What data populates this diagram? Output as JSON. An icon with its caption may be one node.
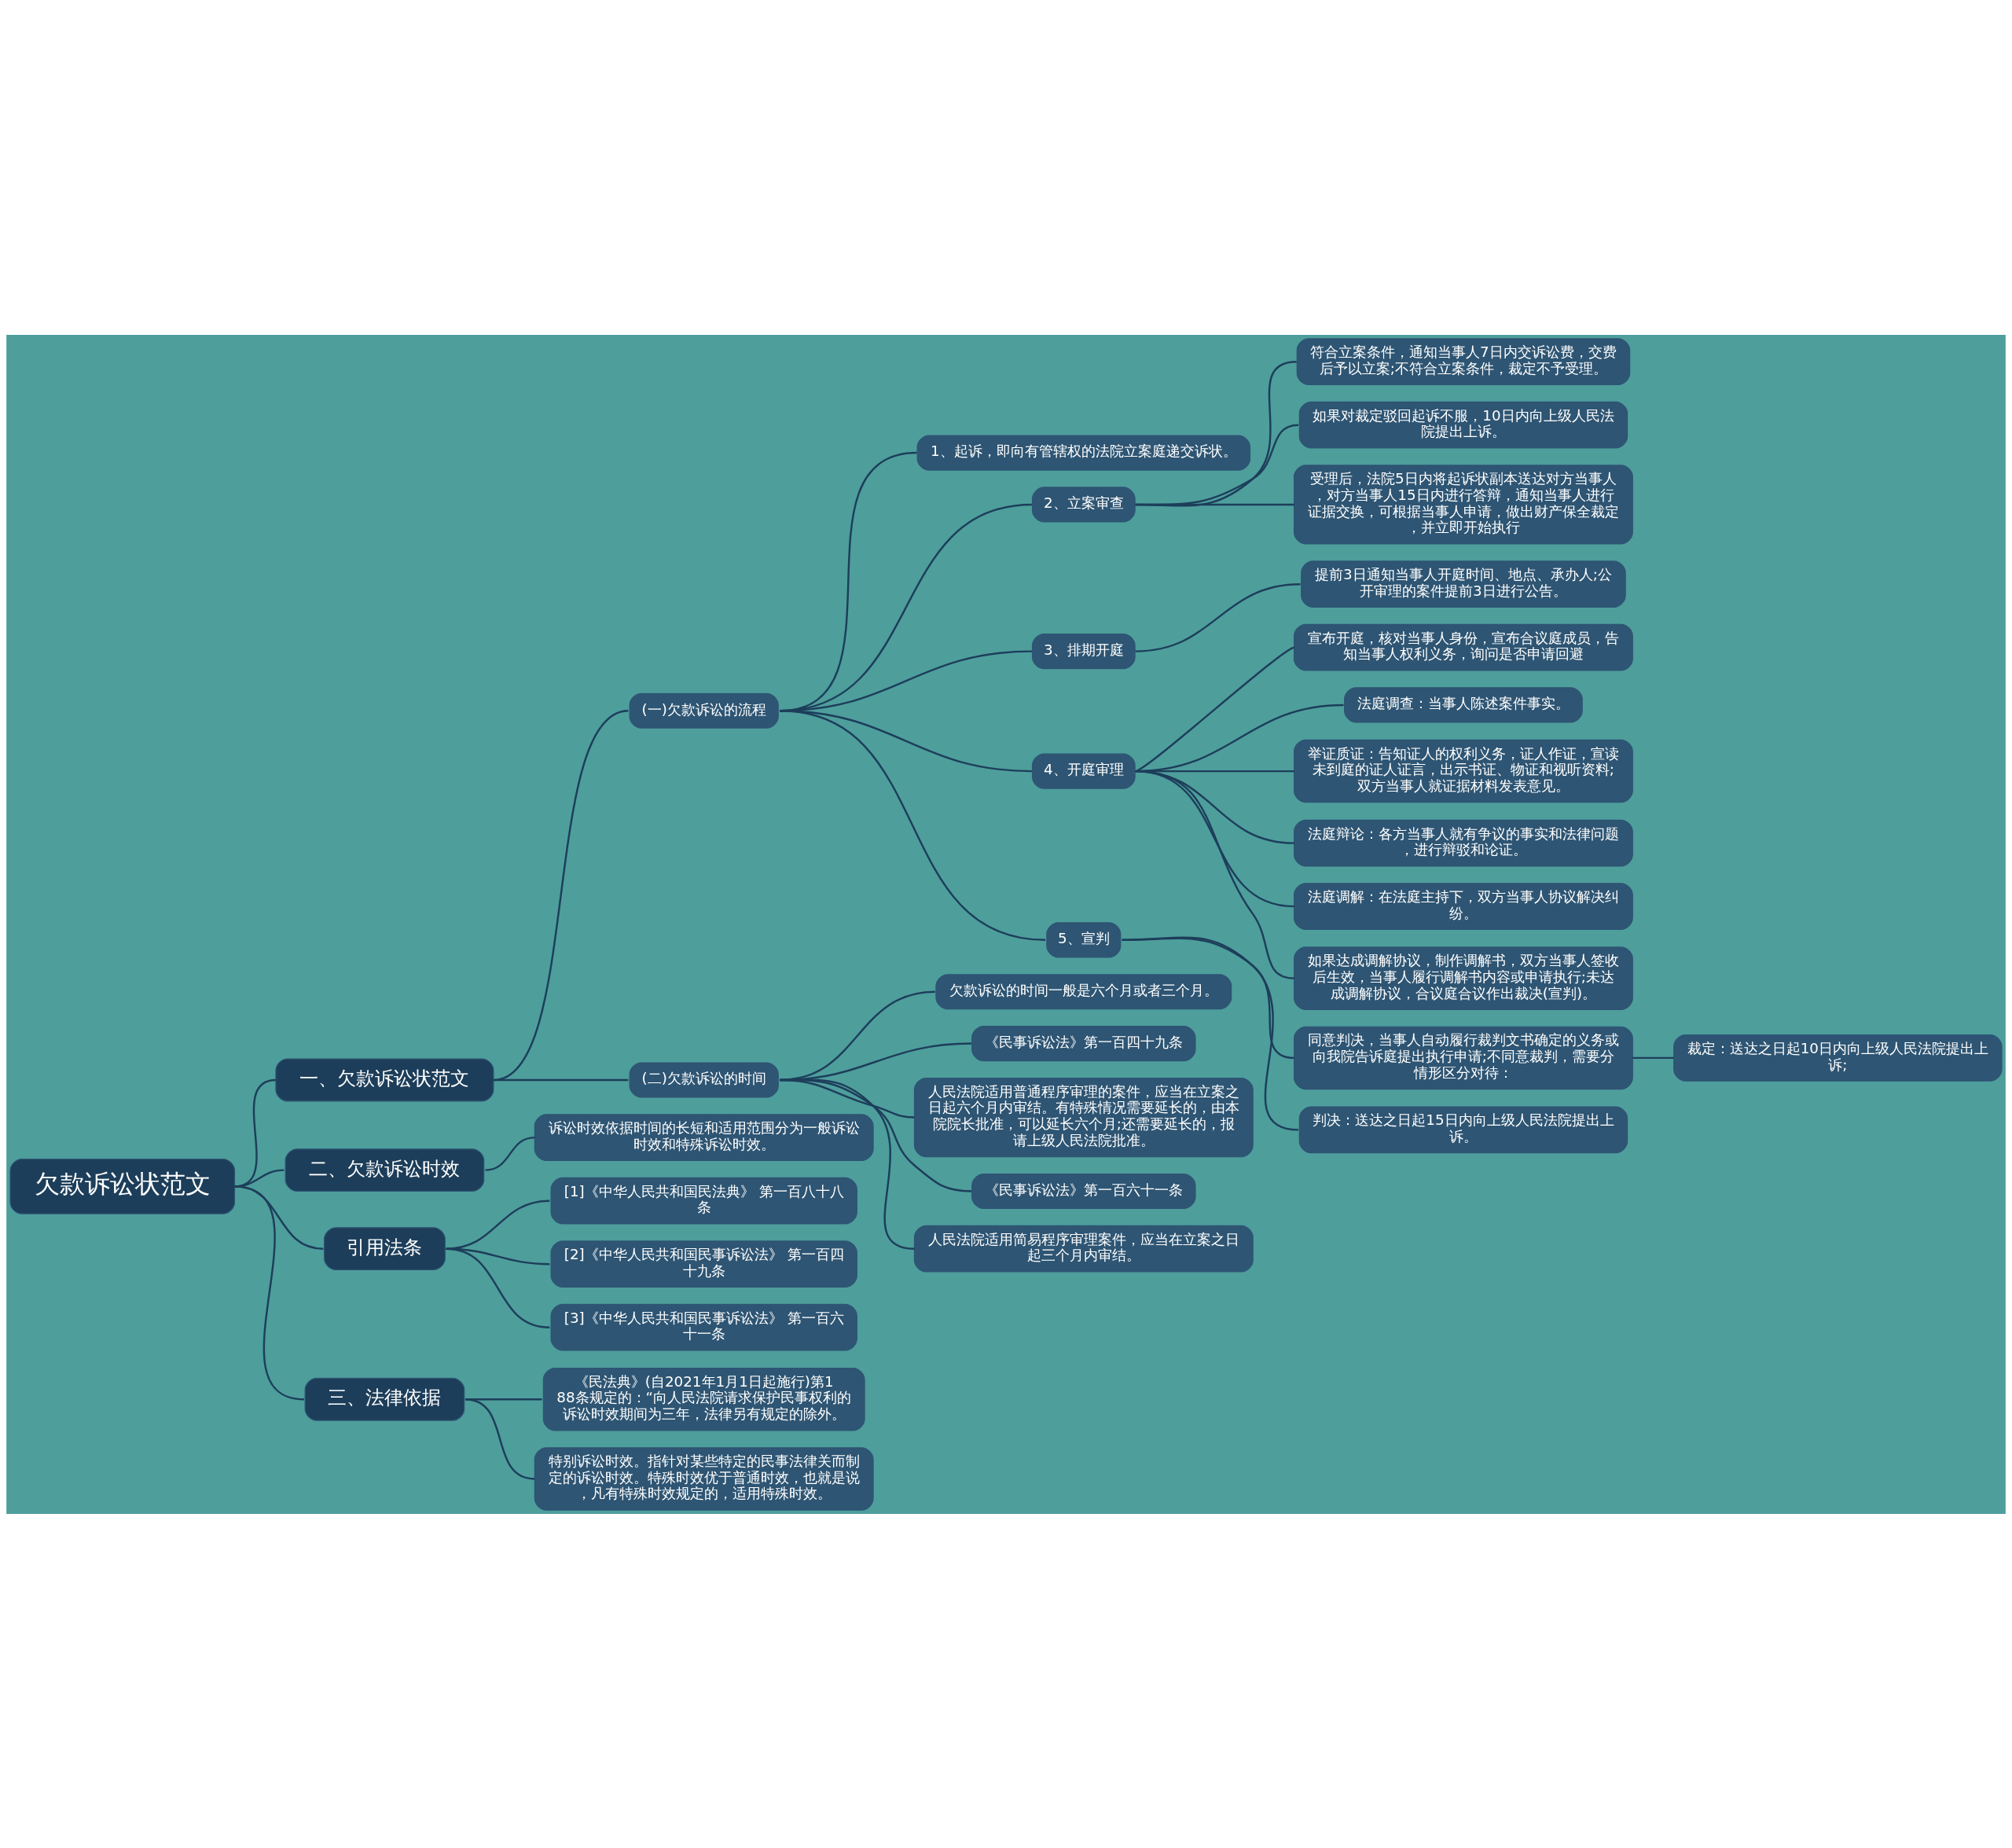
{
  "diagram": {
    "nodes": [
      {
        "text": [
          "欠款诉讼状范文"
        ]
      },
      {
        "text": [
          "一、欠款诉讼状范文"
        ]
      },
      {
        "text": [
          "(一)欠款诉讼的流程"
        ]
      },
      {
        "text": [
          "1、起诉，即向有管辖权的法院立案庭递交诉状。"
        ]
      },
      {
        "text": [
          "2、立案审查"
        ]
      },
      {
        "text": [
          "符合立案条件，通知当事人7日内交诉讼费，交费后予以立案;不符合立案条件，裁定不予受理。"
        ]
      },
      {
        "text": [
          "如果对裁定驳回起诉不服，10日内向上级人民法院提出上诉。"
        ]
      },
      {
        "text": [
          "受理后，法院5日内将起诉状副本送达对方当事人，对方当事人15日内进行答辩，通知当事人进行证据交换，可根据当事人申请，做出财产保全裁定，并立即开始执行"
        ]
      },
      {
        "text": [
          "3、排期开庭"
        ]
      },
      {
        "text": [
          "提前3日通知当事人开庭时间、地点、承办人;公开审理的案件提前3日进行公告。"
        ]
      },
      {
        "text": [
          "4、开庭审理"
        ]
      },
      {
        "text": [
          "宣布开庭，核对当事人身份，宣布合议庭成员，告知当事人权利义务，询问是否申请回避"
        ]
      },
      {
        "text": [
          "法庭调查：当事人陈述案件事实。"
        ]
      },
      {
        "text": [
          "举证质证：告知证人的权利义务，证人作证，宣读未到庭的证人证言，出示书证、物证和视听资料;双方当事人就证据材料发表意见。"
        ]
      },
      {
        "text": [
          "法庭辩论：各方当事人就有争议的事实和法律问题，进行辩驳和论证。"
        ]
      },
      {
        "text": [
          "法庭调解：在法庭主持下，双方当事人协议解决纠纷。"
        ]
      },
      {
        "text": [
          "如果达成调解协议，制作调解书，双方当事人签收后生效，当事人履行调解书内容或申请执行;未达成调解协议，合议庭合议作出裁决(宣判)。"
        ]
      },
      {
        "text": [
          "5、宣判"
        ]
      },
      {
        "text": [
          "同意判决，当事人自动履行裁判文书确定的义务或向我院告诉庭提出执行申请;不同意裁判，需要分情形区分对待："
        ]
      },
      {
        "text": [
          "裁定：送达之日起10日内向上级人民法院提出上诉;"
        ]
      },
      {
        "text": [
          "判决：送达之日起15日内向上级人民法院提出上诉。"
        ]
      },
      {
        "text": [
          "(二)欠款诉讼的时间"
        ]
      },
      {
        "text": [
          "欠款诉讼的时间一般是六个月或者三个月。"
        ]
      },
      {
        "text": [
          "《民事诉讼法》第一百四十九条"
        ]
      },
      {
        "text": [
          "人民法院适用普通程序审理的案件，应当在立案之日起六个月内审结。有特殊情况需要延长的，由本院院长批准，可以延长六个月;还需要延长的，报请上级人民法院批准。"
        ]
      },
      {
        "text": [
          "《民事诉讼法》第一百六十一条"
        ]
      },
      {
        "text": [
          "人民法院适用简易程序审理案件，应当在立案之日起三个月内审结。"
        ]
      },
      {
        "text": [
          "二、欠款诉讼时效"
        ]
      },
      {
        "text": [
          "诉讼时效依据时间的长短和适用范围分为一般诉讼时效和特殊诉讼时效。"
        ]
      },
      {
        "text": [
          "引用法条"
        ]
      },
      {
        "text": [
          "[1]《中华人民共和国民法典》 第一百八十八条"
        ]
      },
      {
        "text": [
          "[2]《中华人民共和国民事诉讼法》 第一百四十九条"
        ]
      },
      {
        "text": [
          "[3]《中华人民共和国民事诉讼法》 第一百六十一条"
        ]
      },
      {
        "text": [
          "三、法律依据"
        ]
      },
      {
        "text": [
          "《民法典》(自2021年1月1日起施行)第188条规定的：“向人民法院请求保护民事权利的诉讼时效期间为三年，法律另有规定的除外。"
        ]
      },
      {
        "text": [
          "特别诉讼时效。指针对某些特定的民事法律关而制定的诉讼时效。特殊时效优于普通时效，也就是说，凡有特殊时效规定的，适用特殊时效。"
        ]
      }
    ],
    "edges": [
      {
        "from": 0,
        "to": 1,
        "arrow": "none"
      },
      {
        "from": 1,
        "to": 2,
        "arrow": "none"
      },
      {
        "from": 2,
        "to": 3,
        "arrow": "none"
      },
      {
        "from": 2,
        "to": 4,
        "arrow": "none"
      },
      {
        "from": 4,
        "to": 5,
        "arrow": "none"
      },
      {
        "from": 4,
        "to": 6,
        "arrow": "none"
      },
      {
        "from": 4,
        "to": 7,
        "arrow": "none"
      },
      {
        "from": 2,
        "to": 8,
        "arrow": "none"
      },
      {
        "from": 8,
        "to": 9,
        "arrow": "none"
      },
      {
        "from": 2,
        "to": 10,
        "arrow": "none"
      },
      {
        "from": 10,
        "to": 11,
        "arrow": "none"
      },
      {
        "from": 10,
        "to": 12,
        "arrow": "none"
      },
      {
        "from": 10,
        "to": 13,
        "arrow": "none"
      },
      {
        "from": 10,
        "to": 14,
        "arrow": "none"
      },
      {
        "from": 10,
        "to": 15,
        "arrow": "none"
      },
      {
        "from": 10,
        "to": 16,
        "arrow": "none"
      },
      {
        "from": 2,
        "to": 17,
        "arrow": "none"
      },
      {
        "from": 17,
        "to": 18,
        "arrow": "none"
      },
      {
        "from": 18,
        "to": 19,
        "arrow": "none"
      },
      {
        "from": 17,
        "to": 20,
        "arrow": "none"
      },
      {
        "from": 1,
        "to": 21,
        "arrow": "none"
      },
      {
        "from": 21,
        "to": 22,
        "arrow": "none"
      },
      {
        "from": 21,
        "to": 23,
        "arrow": "none"
      },
      {
        "from": 21,
        "to": 24,
        "arrow": "none"
      },
      {
        "from": 21,
        "to": 25,
        "arrow": "none"
      },
      {
        "from": 21,
        "to": 26,
        "arrow": "none"
      },
      {
        "from": 0,
        "to": 27,
        "arrow": "none"
      },
      {
        "from": 27,
        "to": 28,
        "arrow": "none"
      },
      {
        "from": 0,
        "to": 29,
        "arrow": "none"
      },
      {
        "from": 29,
        "to": 30,
        "arrow": "none"
      },
      {
        "from": 29,
        "to": 31,
        "arrow": "none"
      },
      {
        "from": 29,
        "to": 32,
        "arrow": "none"
      },
      {
        "from": 0,
        "to": 33,
        "arrow": "none"
      },
      {
        "from": 33,
        "to": 34,
        "arrow": "none"
      },
      {
        "from": 33,
        "to": 35,
        "arrow": "none"
      }
    ]
  }
}
